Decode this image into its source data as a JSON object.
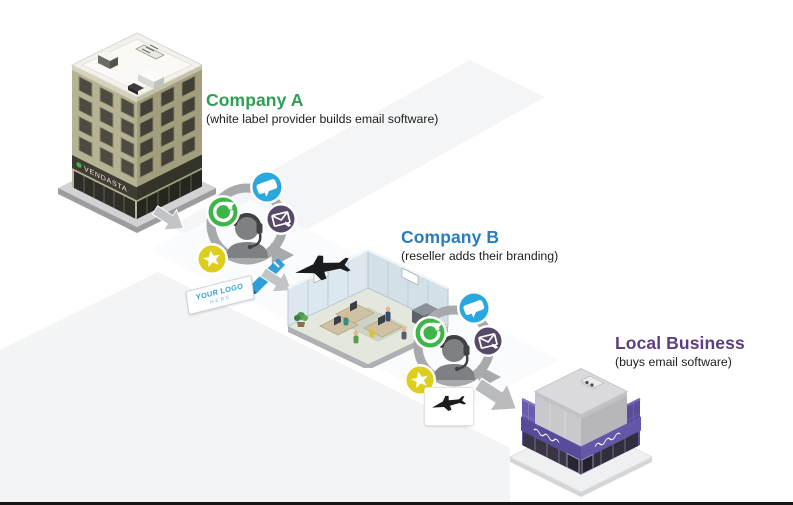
{
  "diagram": {
    "stages": {
      "company_a": {
        "title": "Company A",
        "subtitle": "(white label provider builds email software)"
      },
      "company_b": {
        "title": "Company B",
        "subtitle": "(reseller adds their branding)"
      },
      "local_business": {
        "title": "Local Business",
        "subtitle": "(buys email software)"
      }
    },
    "building_sign": "VENDASTA",
    "logo_sign": {
      "line1": "YOUR LOGO",
      "line2": "HERE"
    }
  },
  "icons": {
    "cycle_badges": [
      "chat-bubble-icon",
      "sync-arrows-icon",
      "compose-email-icon",
      "star-icon"
    ],
    "cycle_center": "support-agent-headset-icon",
    "extras": [
      "marker-pen-icon",
      "jet-plane-icon",
      "flow-arrow-icon"
    ]
  },
  "colors": {
    "green_title": "#2f9e52",
    "blue_title": "#2b7cbf",
    "purple_title": "#5f3d82",
    "text_dark": "#1d1d1b",
    "icon_blue": "#29a8e0",
    "icon_green": "#3eb549",
    "icon_purple": "#564a68",
    "icon_yellow": "#ddcd1d",
    "ring_gray": "#a7a9ac",
    "agent_gray": "#7e8083",
    "agent_dark": "#414042",
    "pen_blue": "#2e9fd8",
    "arrow_gray": "#c2c4c6",
    "store_purple": "#6a5cab",
    "store_purple_dark": "#5a4c99",
    "building_olive": "#b6b394",
    "building_olive_dark": "#a19e7d"
  }
}
